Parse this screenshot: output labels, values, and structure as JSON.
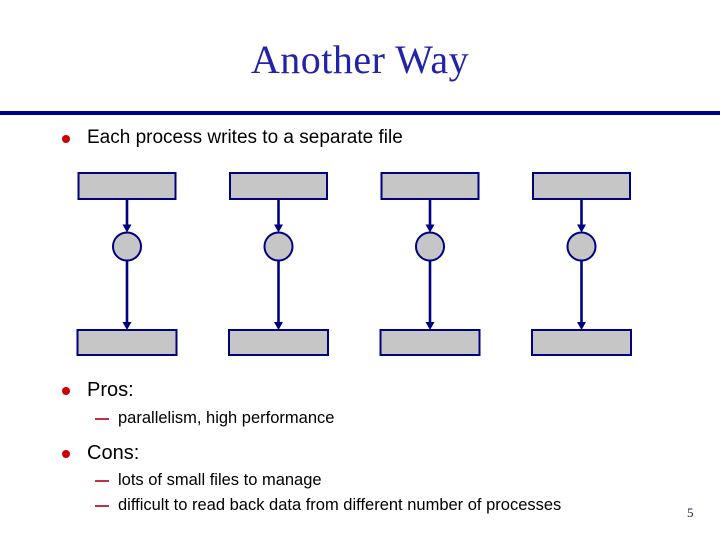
{
  "slide": {
    "title": "Another Way",
    "page_number": "5",
    "bullets": {
      "intro": "Each process writes to a separate file",
      "pros_label": "Pros:",
      "pros_items": [
        "parallelism, high performance"
      ],
      "cons_label": "Cons:",
      "cons_items": [
        "lots of small files to manage",
        "difficult to read back data from different number of processes"
      ]
    }
  },
  "diagram": {
    "kind": "parallel-write-flow",
    "flow_count": 4,
    "shapes_per_flow": [
      "process-box",
      "arrow-down",
      "process-circle",
      "arrow-down",
      "file-box"
    ],
    "shape_labels": ""
  },
  "colors": {
    "title": "#2323aa",
    "rule": "#00008b",
    "bullet_dot": "#cc0000",
    "sub_dash": "#c43040",
    "text": "#000000",
    "shape_fill": "#c6c6c6",
    "shape_stroke": "#000080",
    "page_number": "#1a1a5e"
  }
}
